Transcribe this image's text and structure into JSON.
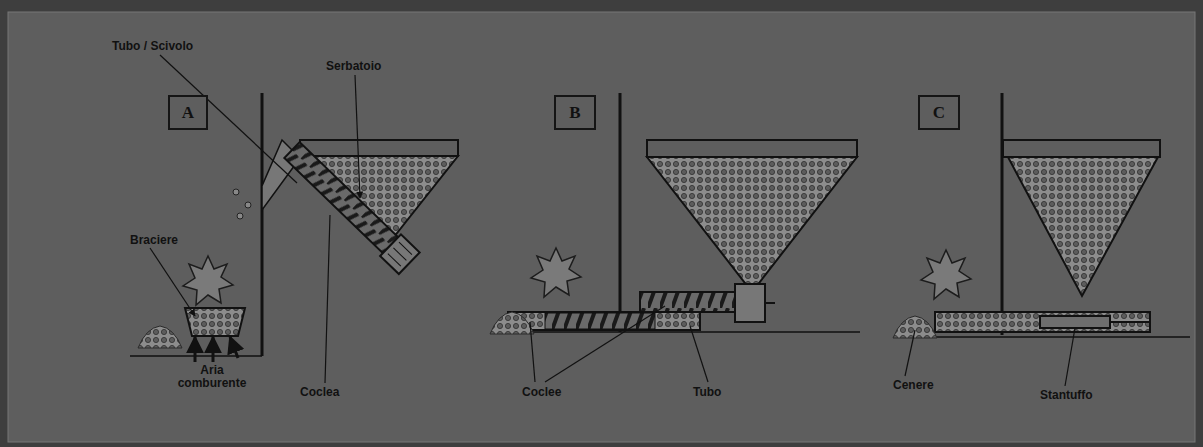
{
  "diagram": {
    "nodes": [
      {
        "text": [
          "A"
        ]
      },
      {
        "text": [
          "B"
        ]
      },
      {
        "text": [
          "C"
        ]
      }
    ],
    "labels": [
      "Tubo / Scivolo",
      "Serbatoio",
      "Braciere",
      "Aria comburente",
      "Coclea",
      "Coclee",
      "Tubo",
      "Cenere",
      "Stantuffo"
    ]
  }
}
